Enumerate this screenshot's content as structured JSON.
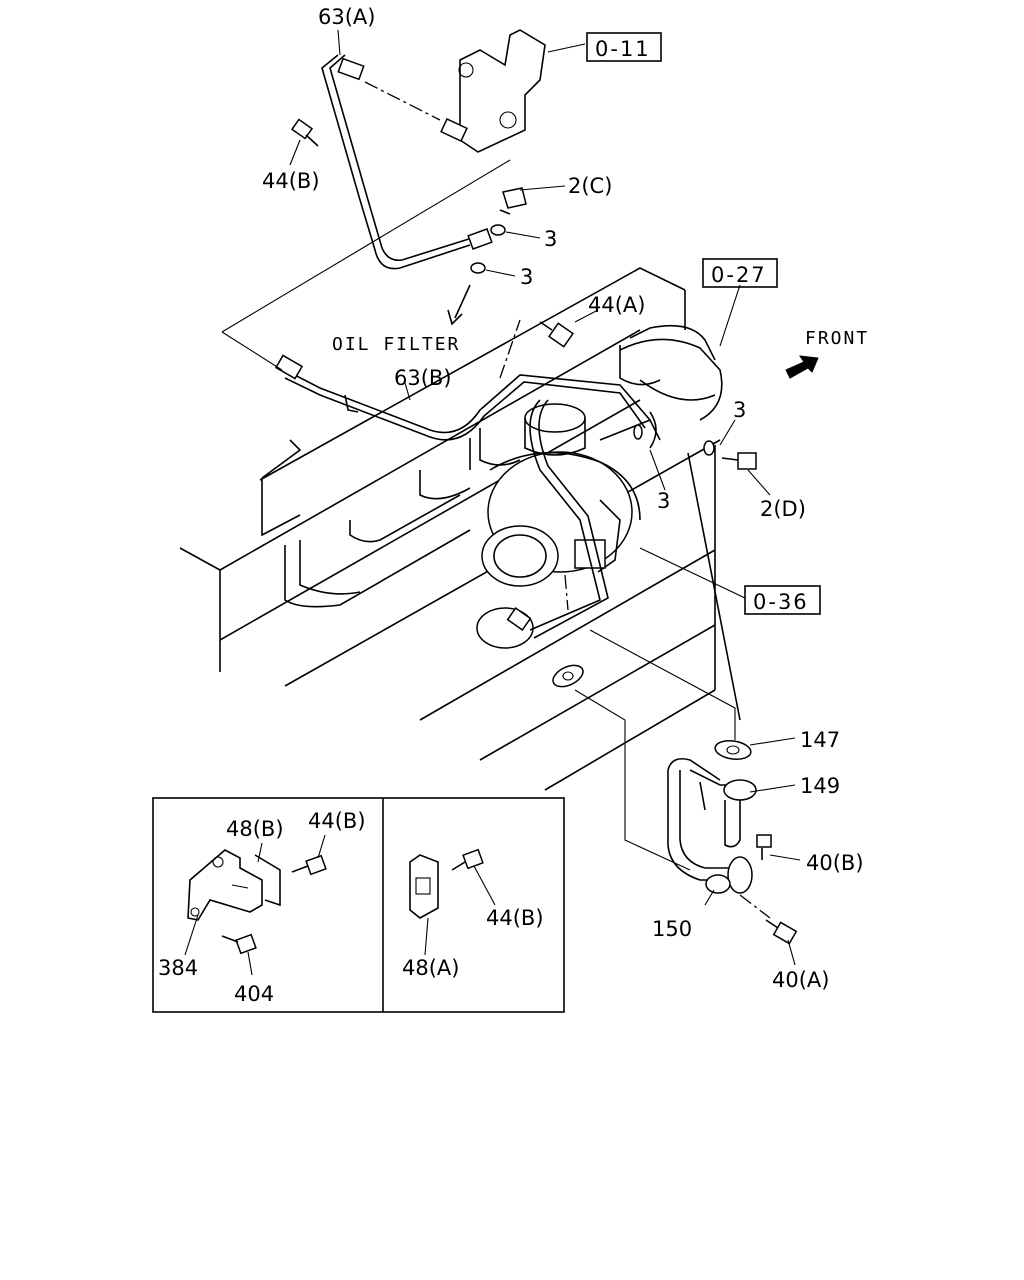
{
  "labels": {
    "p63a": "63(A)",
    "p44b_top": "44(B)",
    "p2c": "2(C)",
    "p3_a": "3",
    "p3_b": "3",
    "p44a": "44(A)",
    "oil_filter": "OIL FILTER",
    "p63b": "63(B)",
    "p3_c": "3",
    "p3_d": "3",
    "p2d": "2(D)",
    "p147": "147",
    "p149": "149",
    "p40b": "40(B)",
    "p150": "150",
    "p40a": "40(A)",
    "front": "FRONT",
    "inset1_48b": "48(B)",
    "inset1_44b": "44(B)",
    "inset1_384": "384",
    "inset1_404": "404",
    "inset2_44b": "44(B)",
    "inset2_48a": "48(A)"
  },
  "refs": {
    "r011": "0-11",
    "r027": "0-27",
    "r036": "0-36"
  }
}
